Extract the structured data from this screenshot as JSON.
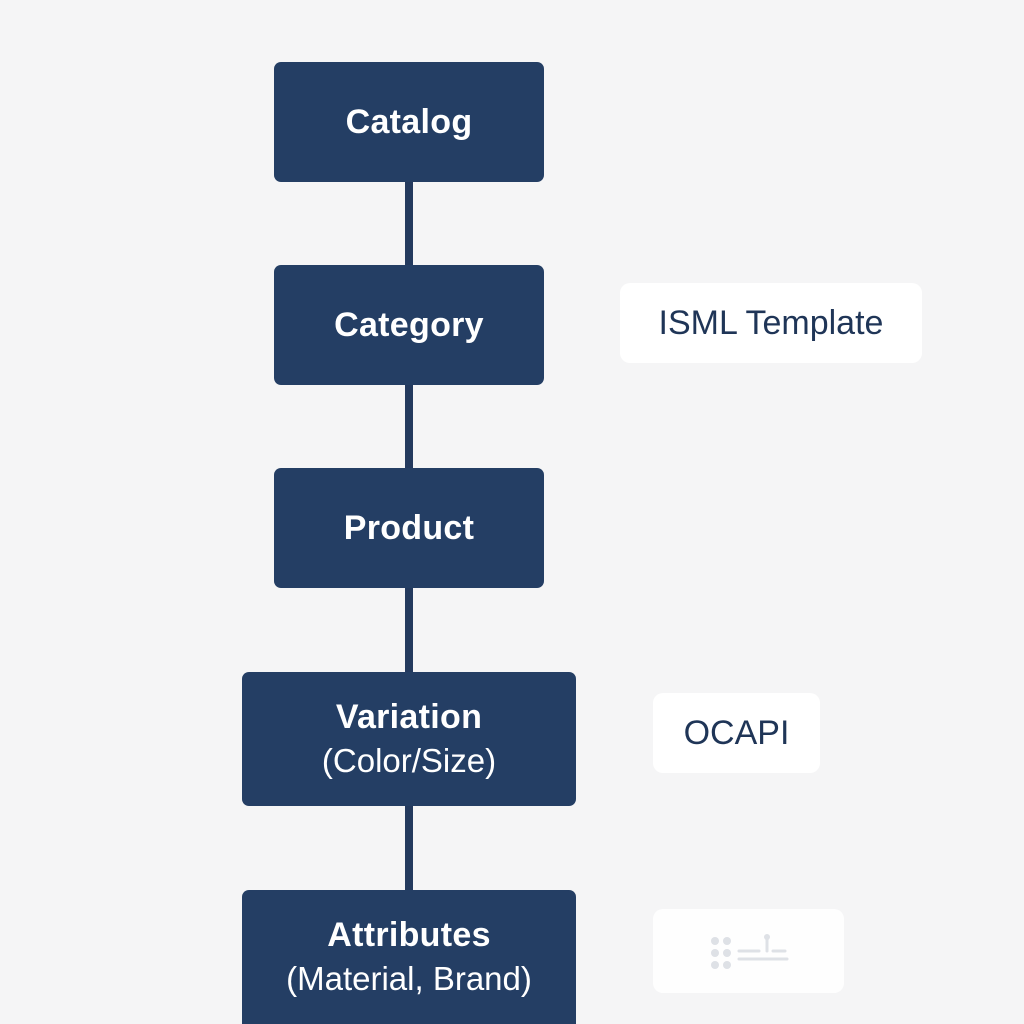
{
  "colors": {
    "background": "#f5f5f6",
    "node_fill": "#243e64",
    "node_text": "#ffffff",
    "connector": "#243a5e",
    "tag_fill": "#ffffff",
    "tag_text": "#1f3557"
  },
  "nodes": [
    {
      "title": "Catalog"
    },
    {
      "title": "Category"
    },
    {
      "title": "Product"
    },
    {
      "title": "Variation",
      "subtitle": "(Color/Size)"
    },
    {
      "title": "Attributes",
      "subtitle": "(Material, Brand)"
    }
  ],
  "tags": [
    {
      "label": "ISML Template"
    },
    {
      "label": "OCAPI"
    }
  ],
  "faded_card": {
    "icon": "faded-diagram-icon"
  }
}
